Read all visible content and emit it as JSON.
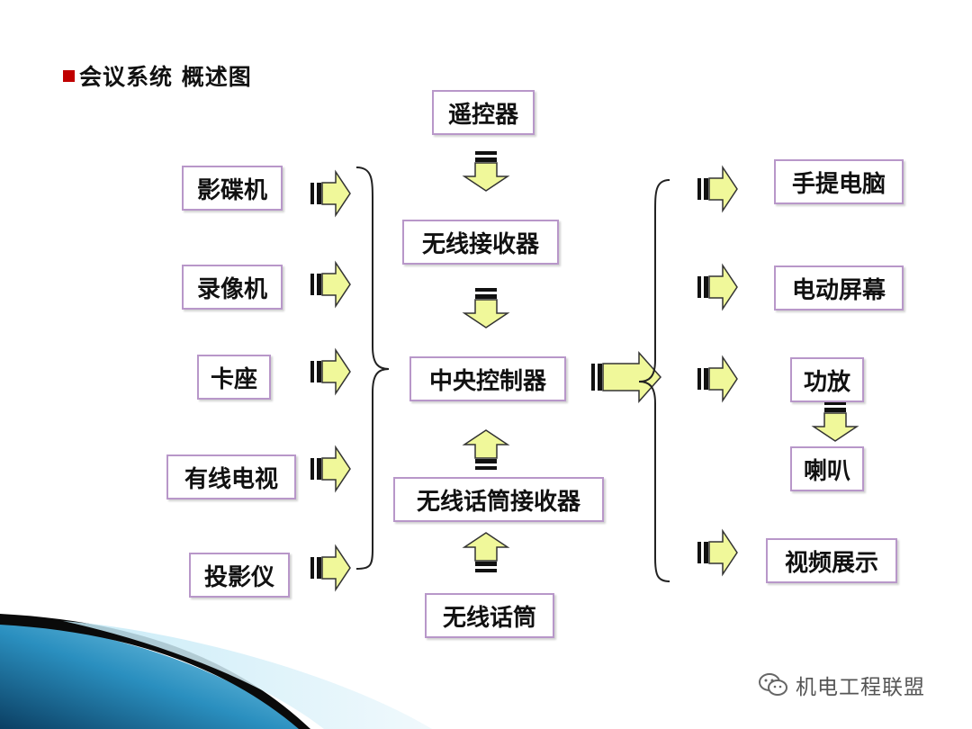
{
  "title": "会议系统 概述图",
  "inputs": [
    "影碟机",
    "录像机",
    "卡座",
    "有线电视",
    "投影仪"
  ],
  "center": {
    "remote": "遥控器",
    "wireless_receiver": "无线接收器",
    "controller": "中央控制器",
    "mic_receiver": "无线话筒接收器",
    "wireless_mic": "无线话筒"
  },
  "outputs": {
    "laptop": "手提电脑",
    "screen": "电动屏幕",
    "amplifier": "功放",
    "speaker": "喇叭",
    "video_display": "视频展示"
  },
  "watermark": "机电工程联盟",
  "colors": {
    "arrow_fill": "#f0f89a",
    "box_border": "#b897c9",
    "bullet": "#c00000",
    "swoosh_dark": "#0b3f63",
    "swoosh_light": "#8fd4ee"
  }
}
